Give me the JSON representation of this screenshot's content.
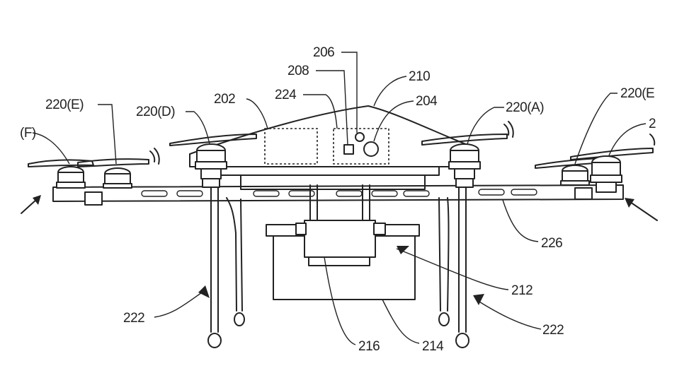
{
  "diagram": {
    "labels": {
      "l_206": "206",
      "l_208": "208",
      "l_210": "210",
      "l_202": "202",
      "l_224": "224",
      "l_204": "204",
      "l_220E": "220(E)",
      "l_220D": "220(D)",
      "l_220A": "220(A)",
      "l_220B": "220(E",
      "l_220F": "(F)",
      "l_220C": "2",
      "l_226": "226",
      "l_212": "212",
      "l_222_left": "222",
      "l_222_right": "222",
      "l_216": "216",
      "l_214": "214"
    },
    "colors": {
      "ink": "#222222",
      "background": "#ffffff"
    }
  }
}
